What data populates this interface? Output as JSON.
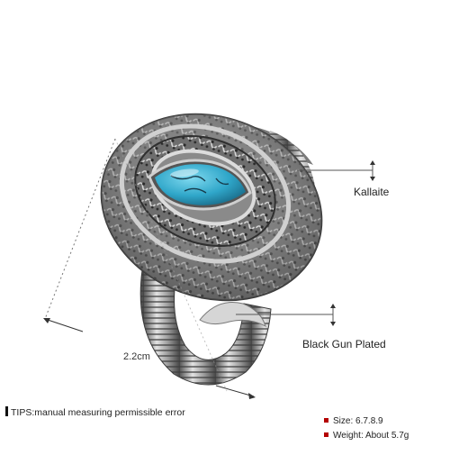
{
  "labels": {
    "stone": "Kallaite",
    "plating": "Black Gun Plated",
    "dimension": "2.2cm"
  },
  "footer": {
    "tips": "TIPS:manual measuring permissible error",
    "size": "Size: 6.7.8.9",
    "weight": "Weight: About 5.7g"
  },
  "colors": {
    "metal_light": "#e6e6e6",
    "metal_mid": "#9a9a9a",
    "metal_dark": "#3c3c3c",
    "turquoise": "#2fa6c9",
    "accent_red": "#b40000"
  }
}
